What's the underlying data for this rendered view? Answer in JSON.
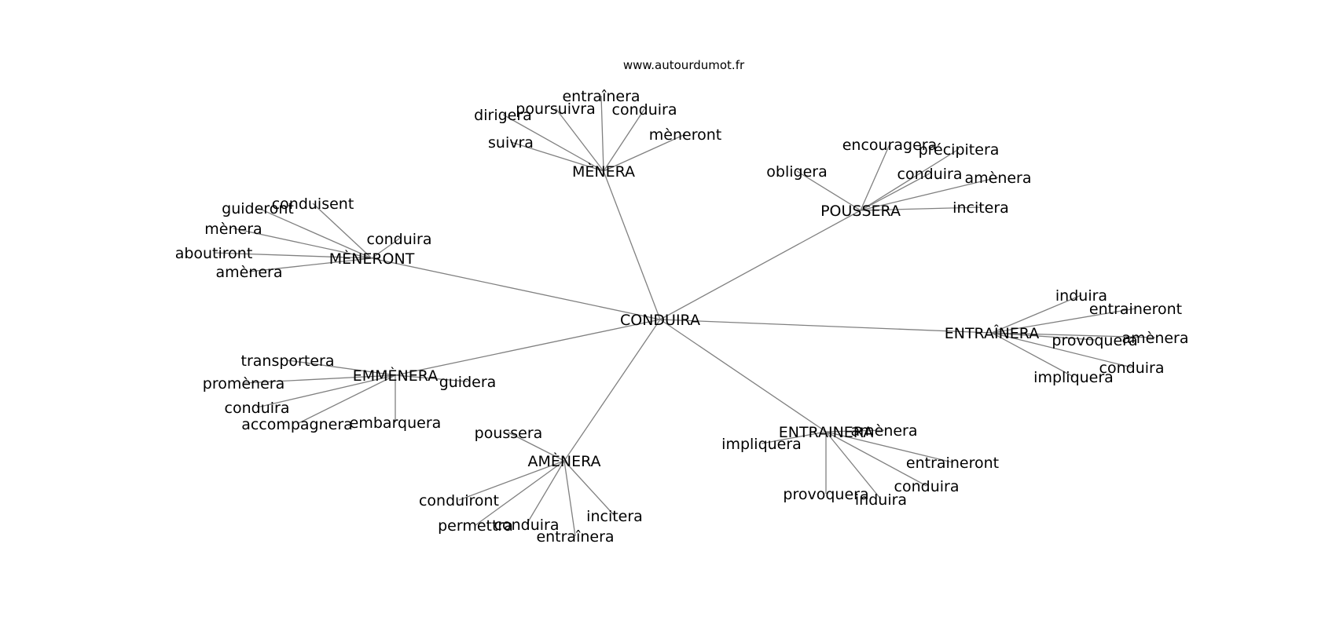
{
  "site": "www.autourdumot.fr",
  "center": "CONDUIRA",
  "clusters": [
    {
      "hub": "MÈNERA",
      "leaves": [
        "dirigera",
        "poursuivra",
        "entraînera",
        "conduira",
        "mèneront",
        "suivra"
      ]
    },
    {
      "hub": "POUSSERA",
      "leaves": [
        "obligera",
        "encouragera",
        "précipitera",
        "conduira",
        "amènera",
        "incitera"
      ]
    },
    {
      "hub": "MÈNERONT",
      "leaves": [
        "guideront",
        "conduisent",
        "mènera",
        "conduira",
        "aboutiront",
        "amènera"
      ]
    },
    {
      "hub": "ENTRAÎNERA",
      "leaves": [
        "induira",
        "entraineront",
        "provoquera",
        "amènera",
        "conduira",
        "impliquera"
      ]
    },
    {
      "hub": "EMMÈNERA",
      "leaves": [
        "transportera",
        "promènera",
        "guidera",
        "conduira",
        "accompagnera",
        "embarquera"
      ]
    },
    {
      "hub": "ENTRAINERA",
      "leaves": [
        "amènera",
        "impliquera",
        "entraineront",
        "conduira",
        "provoquera",
        "induira"
      ]
    },
    {
      "hub": "AMÈNERA",
      "leaves": [
        "poussera",
        "conduiront",
        "permettra",
        "conduira",
        "entraînera",
        "incitera"
      ]
    }
  ]
}
